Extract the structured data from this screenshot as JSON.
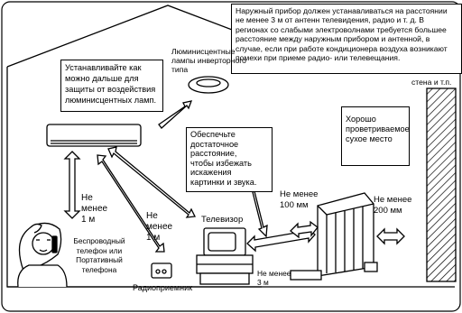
{
  "notice": {
    "antenna_distance": "Наружный прибор должен устанавливаться на расстоянии\nне менее 3 м от антенн телевидения, радио и т. д. В\nрегионах со слабыми электроволнами требуется большее\nрасстояние между наружным прибором и антенной, в\nслучае, если при работе кондиционера воздуха возникают\nпомехи при приеме радио- или телевещания.",
    "fluorescent_advice": "Устанавливайте как\nможно дальше для\nзащиты от воздействия\nлюминисцентных ламп.",
    "picture_distortion": "Обеспечьте\nдостаточное\nрасстояние,\nчтобы избежать\nискажения\nкартинки и звука.",
    "ventilated_place": "Хорошо\nпроветриваемое\nсухое место"
  },
  "labels": {
    "lamp": "Люминисцентные\nлампы инверторного\nтипа",
    "wall": "стена и т.п.",
    "min_1m_left": "Не\nменее\n1 м",
    "min_1m_mid": "Не\nменее\n1 м",
    "phone": "Беспроводный\nтелефон  или\nПортативный\nтелефона",
    "radio": "Радиоприемник",
    "tv": "Телевизор",
    "min_3m": "Не менее\n3 м",
    "min_100mm": "Не менее\n100 мм",
    "min_200mm": "Не менее\n200 мм"
  }
}
